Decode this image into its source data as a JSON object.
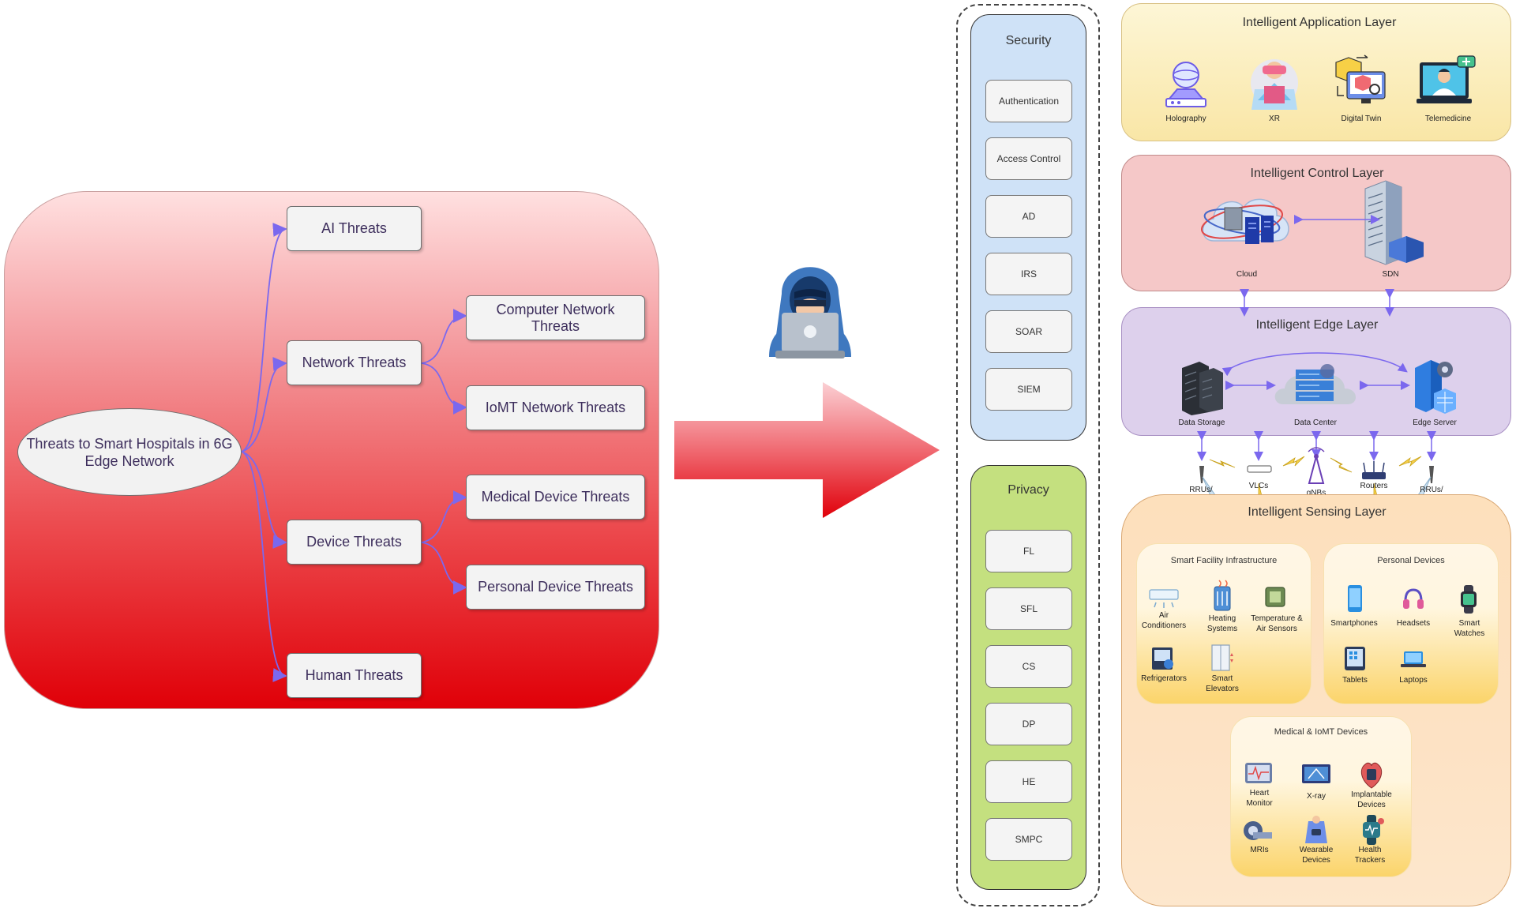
{
  "threats": {
    "root": "Threats to Smart Hospitals in 6G Edge Network",
    "ai": "AI Threats",
    "network": "Network Threats",
    "computer_network": "Computer Network Threats",
    "iomt_network": "IoMT Network Threats",
    "device": "Device Threats",
    "medical_device": "Medical Device Threats",
    "personal_device": "Personal Device Threats",
    "human": "Human Threats"
  },
  "security": {
    "title": "Security",
    "items": [
      "Authentication",
      "Access Control",
      "AD",
      "IRS",
      "SOAR",
      "SIEM"
    ]
  },
  "privacy": {
    "title": "Privacy",
    "items": [
      "FL",
      "SFL",
      "CS",
      "DP",
      "HE",
      "SMPC"
    ]
  },
  "layers": {
    "application": {
      "title": "Intelligent Application Layer",
      "items": [
        "Holography",
        "XR",
        "Digital Twin",
        "Telemedicine"
      ]
    },
    "control": {
      "title": "Intelligent Control Layer",
      "items": [
        "Cloud",
        "SDN"
      ]
    },
    "edge": {
      "title": "Intelligent Edge Layer",
      "items": [
        "Data Storage",
        "Data Center",
        "Edge Server"
      ]
    },
    "access": {
      "rru_left": "RRUs/ RRHs",
      "vlcs": "VLCs",
      "gnbs": "gNBs",
      "routers": "Routers",
      "rru_right": "RRUs/ RRHs"
    },
    "sensing": {
      "title": "Intelligent Sensing Layer",
      "smart_facility": {
        "title": "Smart Facility Infrastructure",
        "items": [
          "Air Conditioners",
          "Heating Systems",
          "Temperature & Air Sensors",
          "Refrigerators",
          "Smart Elevators"
        ]
      },
      "personal": {
        "title": "Personal Devices",
        "items": [
          "Smartphones",
          "Headsets",
          "Smart Watches",
          "Tablets",
          "Laptops"
        ]
      },
      "medical": {
        "title": "Medical & IoMT Devices",
        "items": [
          "Heart Monitor",
          "X-ray",
          "Implantable Devices",
          "MRIs",
          "Wearable Devices",
          "Health Trackers"
        ]
      }
    }
  },
  "colors": {
    "arrow_link": "#7b68ee",
    "threat_panel_top": "#ffe0e0",
    "threat_panel_bottom": "#e00008",
    "security_bg": "#cfe2f7",
    "privacy_bg": "#c4e07f"
  }
}
